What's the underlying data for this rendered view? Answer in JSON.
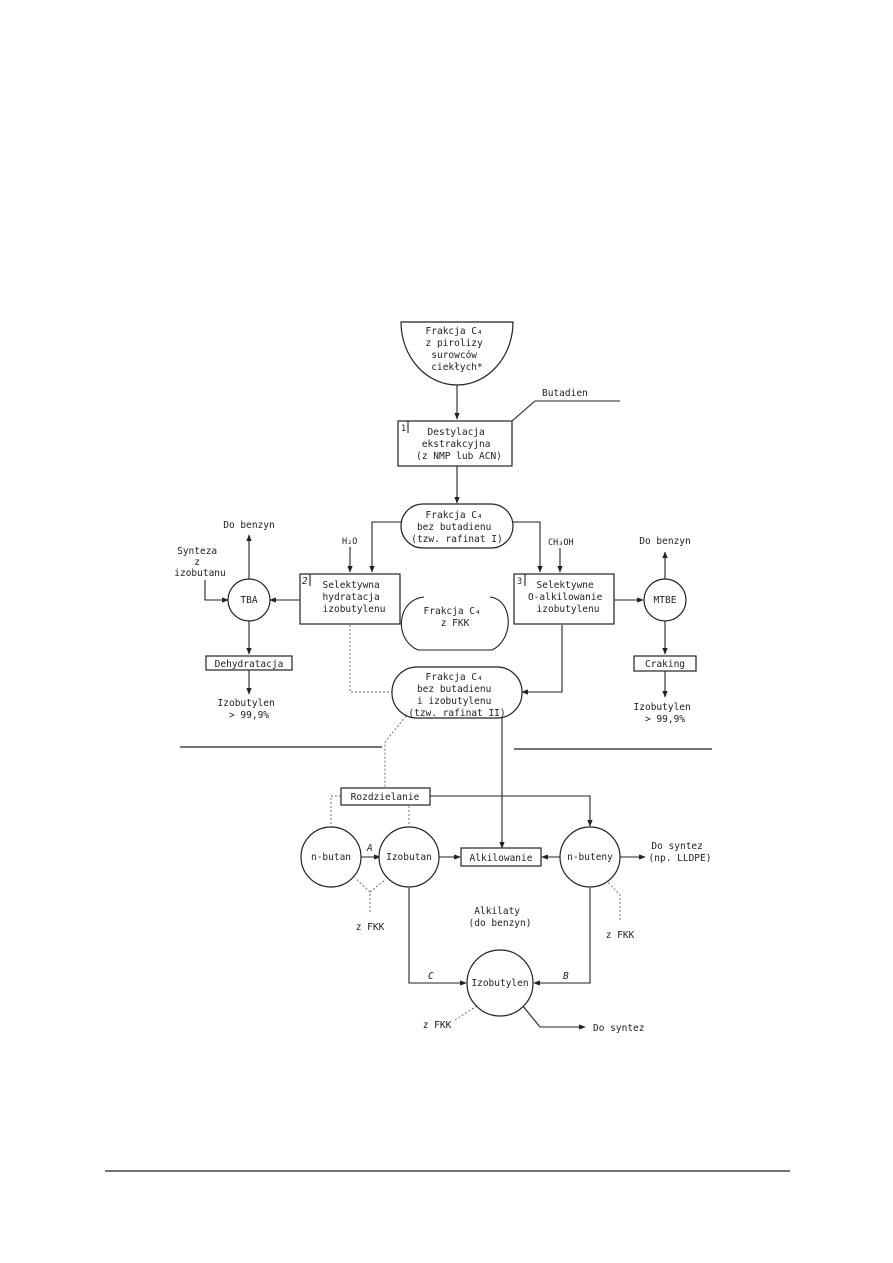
{
  "nodes": {
    "feed": [
      "Frakcja C₄",
      "z pirolizy",
      "surowców",
      "ciekłych*"
    ],
    "butadien_out": "Butadien",
    "n1": "1",
    "distillation": [
      "Destylacja",
      "ekstrakcyjna",
      "(z NMP lub ACN)"
    ],
    "frac_bez_butadienu": [
      "Frakcja C₄",
      "bez butadienu",
      "(tzw. rafinat I)"
    ],
    "h2o": "H₂O",
    "ch3oh": "CH₃OH",
    "n2": "2",
    "hydration": [
      "Selektywna",
      "hydratacja",
      "izobutylenu"
    ],
    "n3": "3",
    "alkylation_o": [
      "Selektywne",
      "O-alkilowanie",
      "izobutylenu"
    ],
    "frac_fkk": [
      "Frakcja C₄",
      "z FKK"
    ],
    "tba": "TBA",
    "mtbe": "MTBE",
    "do_benzyn_left": "Do benzyn",
    "do_benzyn_right": "Do benzyn",
    "synteza_izobutanu": [
      "Synteza",
      "z",
      "izobutanu"
    ],
    "dehydratacja": "Dehydratacja",
    "craking": "Craking",
    "izobutylen_left": [
      "Izobutylen",
      "> 99,9%"
    ],
    "izobutylen_right": [
      "Izobutylen",
      "> 99,9%"
    ],
    "frac_raf2": [
      "Frakcja C₄",
      "bez butadienu",
      "i izobutylenu",
      "(tzw. rafinat II)"
    ],
    "rozdzielanie": "Rozdzielanie",
    "n_butan": "n-butan",
    "izobutan": "Izobutan",
    "alkilowanie": "Alkilowanie",
    "n_buteny": "n-buteny",
    "do_syntez_right": [
      "Do syntez",
      "(np. LLDPE)"
    ],
    "label_a": "A",
    "label_b": "B",
    "label_c": "C",
    "z_fkk_1": "z FKK",
    "z_fkk_2": "z FKK",
    "z_fkk_3": "z FKK",
    "alkilaty": [
      "Alkilaty",
      "(do benzyn)"
    ],
    "izobutylen_center": "Izobutylen",
    "do_syntez_bottom": "Do syntez"
  }
}
